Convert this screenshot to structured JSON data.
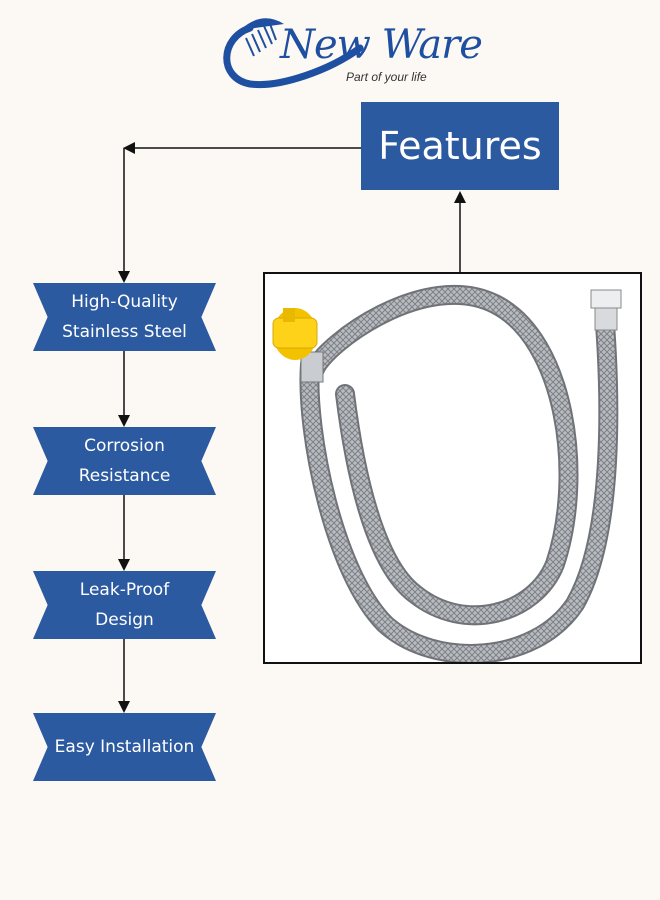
{
  "brand": {
    "name": "New Ware",
    "tagline": "Part of your life",
    "color": "#1f4fa0"
  },
  "title": "Features",
  "accent_color": "#2c5aa0",
  "features": [
    {
      "lines": [
        "High-Quality",
        "Stainless Steel"
      ]
    },
    {
      "lines": [
        "Corrosion",
        "Resistance"
      ]
    },
    {
      "lines": [
        "Leak-Proof",
        "Design"
      ]
    },
    {
      "lines": [
        "Easy Installation"
      ]
    }
  ],
  "product": {
    "image": "braided-stainless-steel-hose-icon"
  }
}
